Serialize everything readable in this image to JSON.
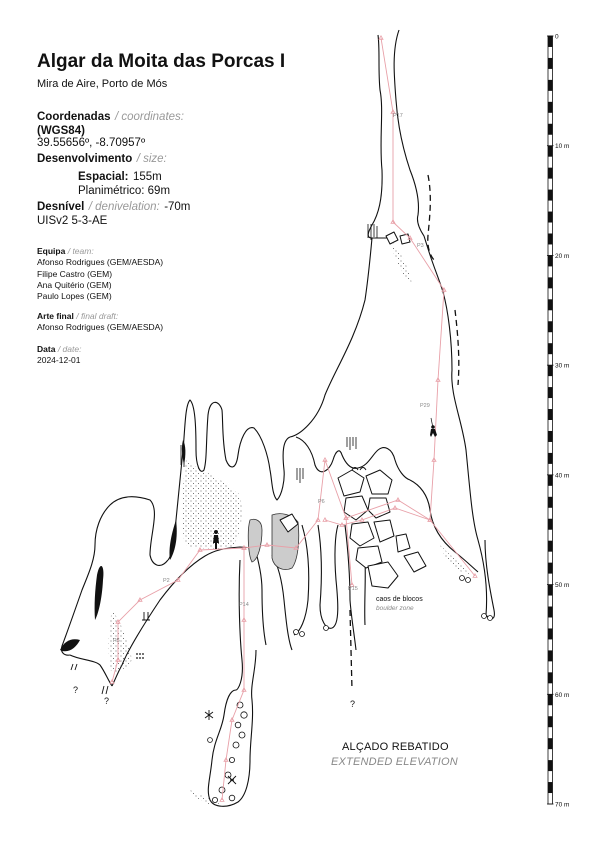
{
  "header": {
    "title": "Algar da Moita das Porcas I",
    "location": "Mira de Aire, Porto de Mós"
  },
  "coords": {
    "label": "Coordenadas",
    "label_en": "/ coordinates:",
    "datum": "(WGS84)",
    "value": "39.55656º, -8.70957º"
  },
  "size": {
    "label": "Desenvolvimento",
    "label_en": "/ size:",
    "spatial_label": "Espacial:",
    "spatial_value": "155m",
    "plan_label": "Planimétrico: 69m"
  },
  "depth": {
    "label": "Desnível",
    "label_en": "/ denivelation:",
    "value": "-70m",
    "uis": "UISv2 5-3-AE"
  },
  "team": {
    "label": "Equipa",
    "label_en": "/ team:",
    "members": [
      "Afonso Rodrigues (GEM/AESDA)",
      "Filipe Castro (GEM)",
      "Ana Quitério (GEM)",
      "Paulo Lopes (GEM)"
    ]
  },
  "draft": {
    "label": "Arte final",
    "label_en": "/ final draft:",
    "author": "Afonso Rodrigues (GEM/AESDA)"
  },
  "date": {
    "label": "Data",
    "label_en": "/ date:",
    "value": "2024-12-01"
  },
  "map": {
    "pitches": [
      "P17",
      "P3",
      "P29",
      "P6",
      "P15",
      "P14",
      "P2",
      "P5"
    ],
    "boulder_label": "caos de blocos",
    "boulder_label_en": "boulder zone",
    "question_mark": "?",
    "view_label": "ALÇADO REBATIDO",
    "view_label_en": "EXTENDED ELEVATION"
  },
  "scale": {
    "ticks": [
      "0",
      "10 m",
      "20 m",
      "30 m",
      "40 m",
      "50 m",
      "60 m",
      "70 m"
    ],
    "max_depth_m": 70
  },
  "colors": {
    "survey_line": "#e8a0a8",
    "wall": "#111111",
    "clay": "#cccccc"
  }
}
